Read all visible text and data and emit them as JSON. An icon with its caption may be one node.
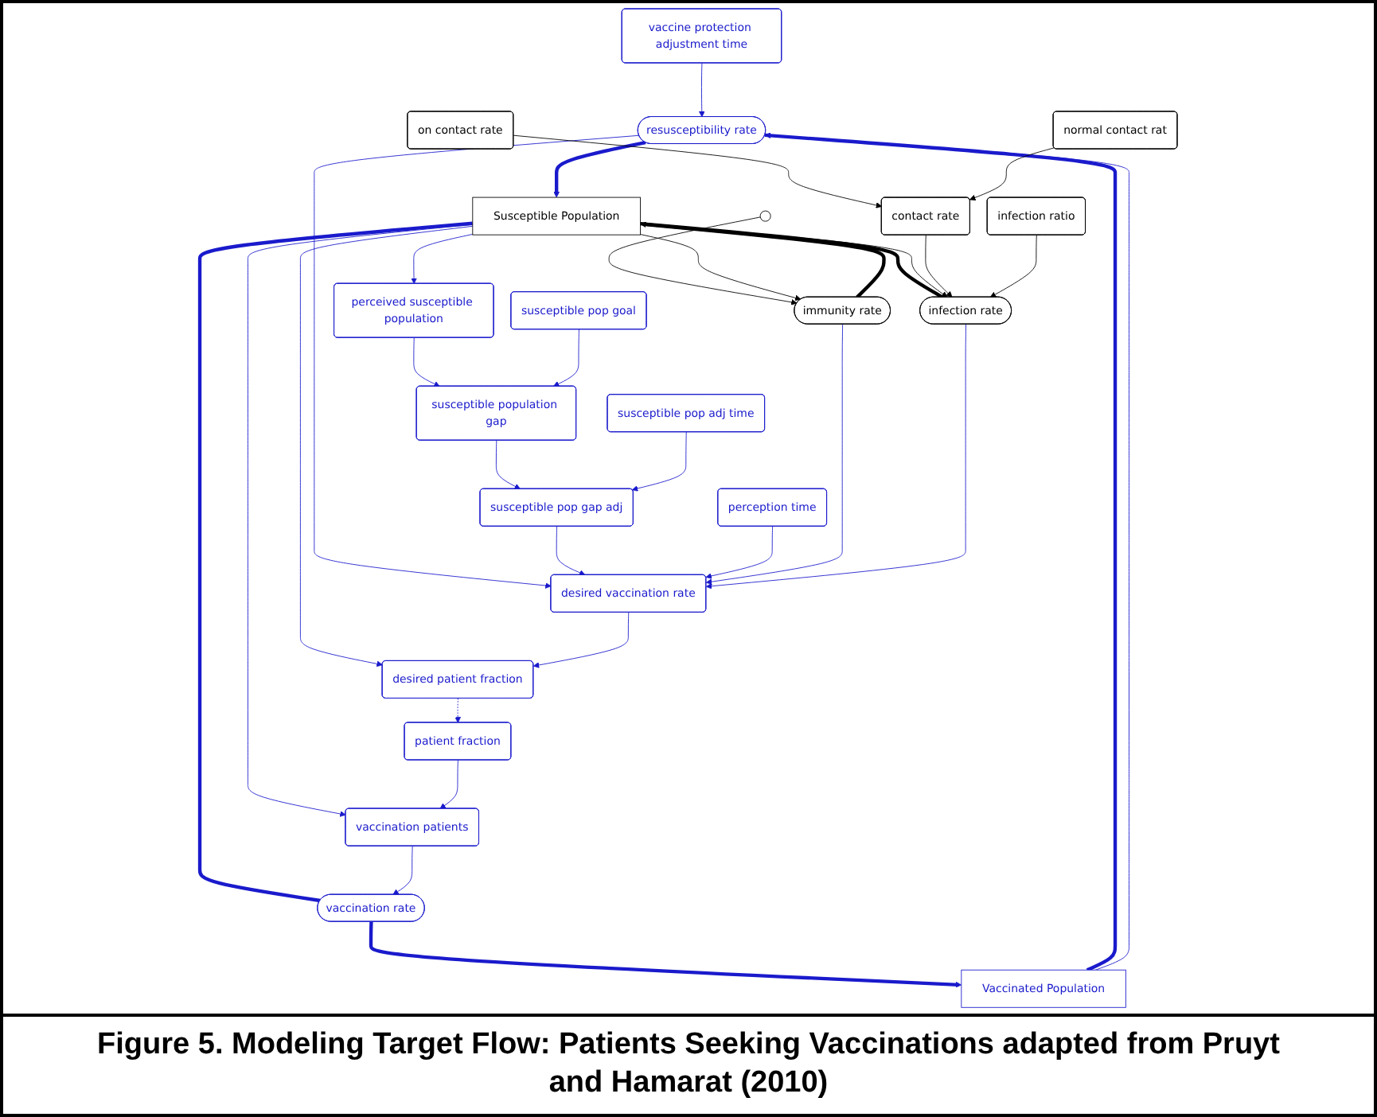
{
  "diagram": {
    "caption": "Figure 5. Modeling Target Flow:  Patients Seeking Vaccinations adapted from Pruyt and Hamarat (2010)",
    "nodes": [
      {
        "text": [
          "vaccine protection adjustment time"
        ]
      },
      {
        "text": [
          "resusceptibility rate"
        ]
      },
      {
        "text": [
          "Vaccinated Population"
        ]
      },
      {
        "text": [
          "vaccination rate"
        ]
      },
      {
        "text": [
          "Susceptible Population"
        ]
      },
      {
        "text": [
          "immunity rate"
        ]
      },
      {
        "text": [],
        "shape": "circle"
      },
      {
        "text": [
          "on contact rate"
        ]
      },
      {
        "text": [
          "contact rate"
        ]
      },
      {
        "text": [
          "normal contact rat"
        ]
      },
      {
        "text": [
          "infection rate"
        ]
      },
      {
        "text": [
          "infection ratio"
        ]
      },
      {
        "text": [
          "vaccination patients"
        ]
      },
      {
        "text": [
          "perceived susceptible population"
        ]
      },
      {
        "text": [
          "patient fraction"
        ]
      },
      {
        "text": [
          "susceptible pop goal"
        ]
      },
      {
        "text": [
          "susceptible population gap"
        ]
      },
      {
        "text": [
          "desired patient fraction"
        ]
      },
      {
        "text": [
          "susceptible pop gap adj"
        ]
      },
      {
        "text": [
          "susceptible pop adj time"
        ]
      },
      {
        "text": [
          "desired vaccination rate"
        ]
      },
      {
        "text": [
          "perception time"
        ]
      }
    ],
    "edges": [
      {
        "from": 2,
        "to": 1,
        "arrow": "none",
        "style": "thick"
      },
      {
        "from": 1,
        "to": 4,
        "arrow": "to",
        "style": "thick"
      },
      {
        "from": 4,
        "to": 3,
        "arrow": "none",
        "style": "thick"
      },
      {
        "from": 3,
        "to": 2,
        "arrow": "to",
        "style": "thick"
      },
      {
        "from": 5,
        "to": 4,
        "arrow": "to",
        "style": "thick",
        "color": "#000000"
      },
      {
        "from": 4,
        "to": 10,
        "arrow": "none",
        "style": "thick",
        "color": "#000000"
      },
      {
        "from": 0,
        "to": 1,
        "arrow": "to"
      },
      {
        "from": 2,
        "to": 1,
        "arrow": "to"
      },
      {
        "from": 1,
        "to": 20,
        "arrow": "to"
      },
      {
        "from": 12,
        "to": 3,
        "arrow": "to"
      },
      {
        "from": 4,
        "to": 12,
        "arrow": "to"
      },
      {
        "from": 14,
        "to": 12,
        "arrow": "to"
      },
      {
        "from": 17,
        "to": 14,
        "arrow": "to",
        "style": "dashed"
      },
      {
        "from": 4,
        "to": 13,
        "arrow": "to"
      },
      {
        "from": 4,
        "to": 17,
        "arrow": "to"
      },
      {
        "from": 13,
        "to": 16,
        "arrow": "to"
      },
      {
        "from": 15,
        "to": 16,
        "arrow": "to"
      },
      {
        "from": 16,
        "to": 18,
        "arrow": "to"
      },
      {
        "from": 19,
        "to": 18,
        "arrow": "to"
      },
      {
        "from": 18,
        "to": 20,
        "arrow": "to"
      },
      {
        "from": 21,
        "to": 20,
        "arrow": "to"
      },
      {
        "from": 20,
        "to": 17,
        "arrow": "to"
      },
      {
        "from": 5,
        "to": 20,
        "arrow": "to"
      },
      {
        "from": 10,
        "to": 20,
        "arrow": "to"
      },
      {
        "from": 6,
        "to": 5,
        "arrow": "to",
        "color": "#000000"
      },
      {
        "from": 4,
        "to": 5,
        "arrow": "to",
        "color": "#000000"
      },
      {
        "from": 4,
        "to": 10,
        "arrow": "to",
        "color": "#000000"
      },
      {
        "from": 7,
        "to": 8,
        "arrow": "to",
        "color": "#000000"
      },
      {
        "from": 9,
        "to": 8,
        "arrow": "to",
        "color": "#000000"
      },
      {
        "from": 8,
        "to": 10,
        "arrow": "to",
        "color": "#000000"
      },
      {
        "from": 11,
        "to": 10,
        "arrow": "to",
        "color": "#000000"
      }
    ]
  }
}
